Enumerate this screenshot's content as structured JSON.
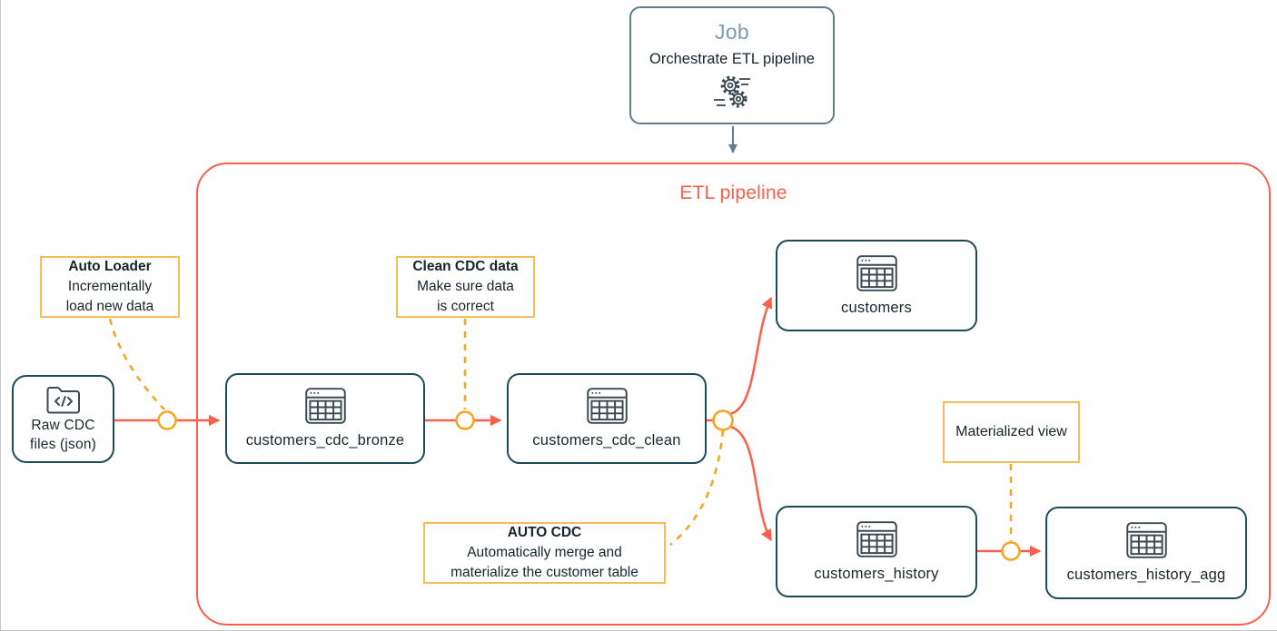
{
  "colors": {
    "red": "#fa5f4b",
    "slate": "#5c7f8e",
    "slate_text": "#7c9dab",
    "teal": "#1f4a57",
    "amber": "#f6a31d",
    "amber_border": "#f4bd55",
    "ink": "#15242b",
    "icon": "#3a4a51",
    "edge_gray": "#c6c6c6"
  },
  "job": {
    "title": "Job",
    "subtitle": "Orchestrate ETL pipeline",
    "icon": "gears-icon"
  },
  "etl": {
    "title": "ETL pipeline"
  },
  "source": {
    "line1": "Raw CDC",
    "line2": "files (json)",
    "icon": "folder-code-icon"
  },
  "nodes": {
    "bronze": {
      "label": "customers_cdc_bronze",
      "icon": "table-icon"
    },
    "clean": {
      "label": "customers_cdc_clean",
      "icon": "table-icon"
    },
    "customers": {
      "label": "customers",
      "icon": "table-icon"
    },
    "history": {
      "label": "customers_history",
      "icon": "table-icon"
    },
    "history_agg": {
      "label": "customers_history_agg",
      "icon": "table-icon"
    }
  },
  "annotations": {
    "auto_loader": {
      "title": "Auto Loader",
      "line1": "Incrementally",
      "line2": "load new data"
    },
    "clean_cdc": {
      "title": "Clean CDC data",
      "line1": "Make sure data",
      "line2": "is correct"
    },
    "auto_cdc": {
      "title": "AUTO CDC",
      "line1": "Automatically merge and",
      "line2": "materialize the customer table"
    },
    "materialized_view": {
      "label": "Materialized view"
    }
  }
}
